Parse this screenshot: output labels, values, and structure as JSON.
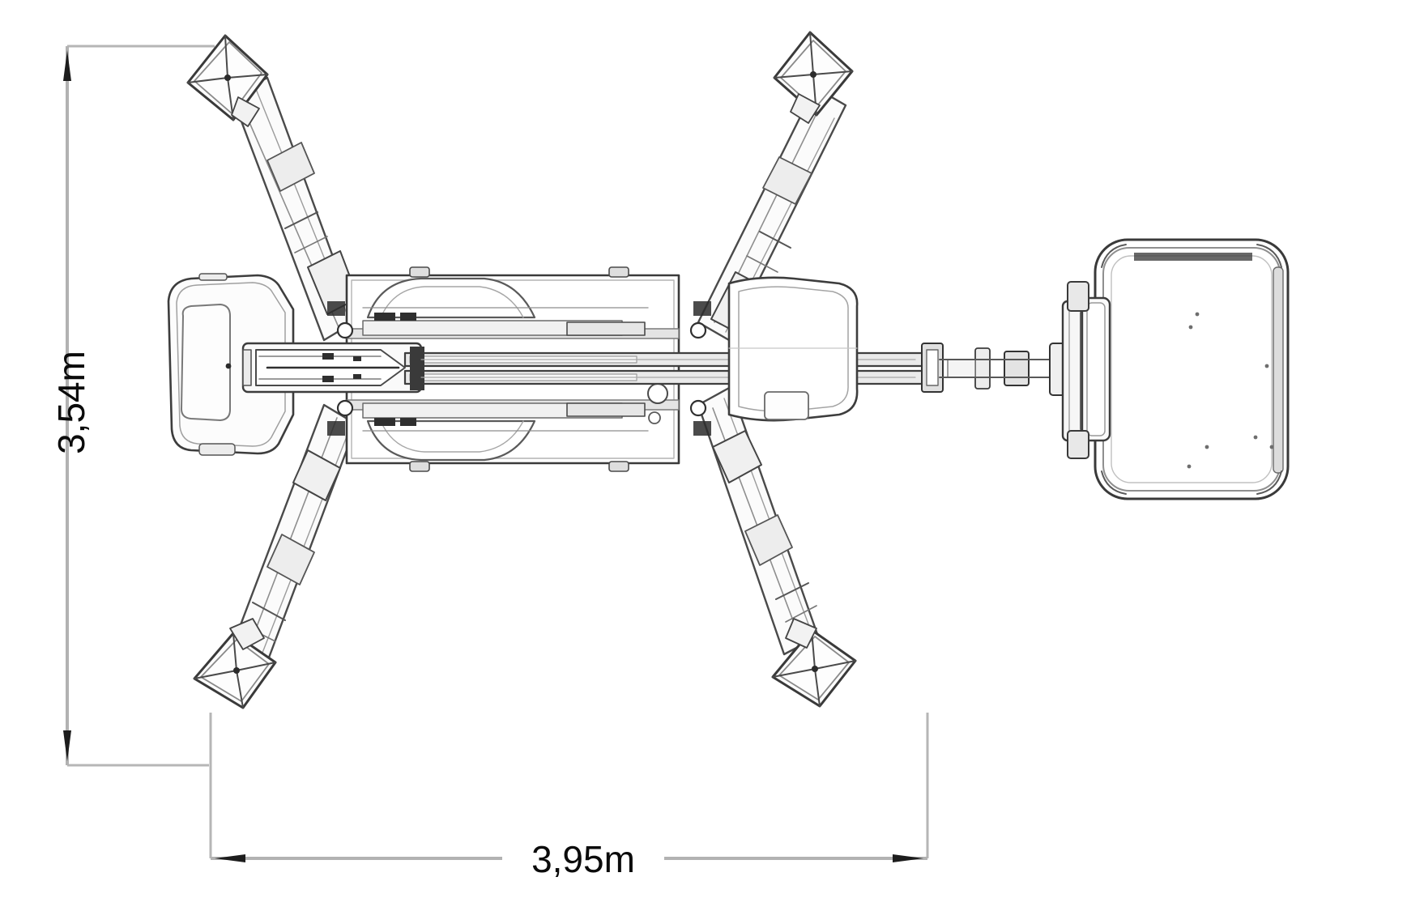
{
  "drawing": {
    "title": "Spider lift top view general arrangement",
    "view": "top-view",
    "units": "m",
    "background_color": "#ffffff",
    "line_color": "#2b2b2b",
    "light_line_color": "#9a9a9a",
    "mid_line_color": "#6d6d6d",
    "fill_light": "#f4f4f4",
    "fill_mid": "#dcdcdc",
    "fill_dark": "#2b2b2b"
  },
  "dimensions": {
    "vertical": {
      "label": "3,54m",
      "value": 3.54,
      "unit": "m",
      "orientation": "vertical",
      "description": "outrigger spread across width"
    },
    "horizontal": {
      "label": "3,95m",
      "value": 3.95,
      "unit": "m",
      "orientation": "horizontal",
      "description": "outrigger spread along length"
    }
  },
  "components": {
    "outrigger_pad_top_left": "outrigger-pad",
    "outrigger_pad_top_right": "outrigger-pad",
    "outrigger_pad_bottom_left": "outrigger-pad",
    "outrigger_pad_bottom_right": "outrigger-pad",
    "outrigger_leg_top_left": "telescopic-outrigger-leg",
    "outrigger_leg_top_right": "telescopic-outrigger-leg",
    "outrigger_leg_bottom_left": "telescopic-outrigger-leg",
    "outrigger_leg_bottom_right": "telescopic-outrigger-leg",
    "counterweight": "rear-counterweight-cowl",
    "chassis": "machine-chassis-frame",
    "turret": "slewing-turret",
    "boom": "telescopic-boom",
    "jib": "articulating-jib",
    "platform": "work-platform-basket",
    "platform_gate": "platform-access-gate",
    "control_box": "platform-control-box"
  }
}
